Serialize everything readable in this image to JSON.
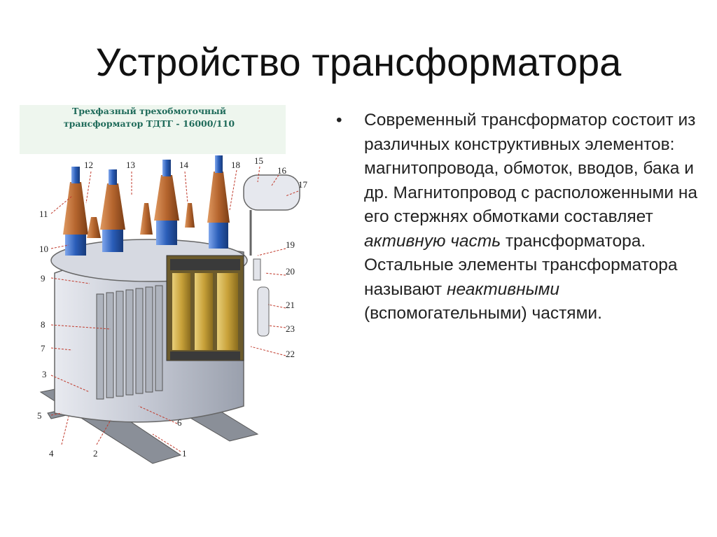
{
  "slide": {
    "title": "Устройство трансформатора"
  },
  "figure": {
    "caption_line1": "Трехфазный трехобмоточный",
    "caption_line2": "трансформатор ТДТГ - 16000/110",
    "callouts": [
      "1",
      "2",
      "3",
      "4",
      "5",
      "6",
      "7",
      "8",
      "9",
      "10",
      "11",
      "12",
      "13",
      "14",
      "15",
      "16",
      "17",
      "18",
      "19",
      "20",
      "21",
      "22",
      "23"
    ]
  },
  "body": {
    "bullet": "•",
    "text_before": "Современный трансформатор состоит из различных конструктивных элементов: магнитопровода, обмоток, вводов, бака и др. Магнитопровод с расположенными на его стержнях обмотками составляет ",
    "emph1": "активную часть",
    "text_middle": " трансформатора. Остальные элементы трансформатора называют ",
    "emph2": "неактивными",
    "text_after": " (вспомогательными) частями."
  },
  "colors": {
    "title": "#111111",
    "caption": "#1f6b5a",
    "tank": "#c9ccd6",
    "insulator": "#b5652e",
    "bushing_blue": "#2a5db8",
    "coil": "#c9a23a"
  }
}
